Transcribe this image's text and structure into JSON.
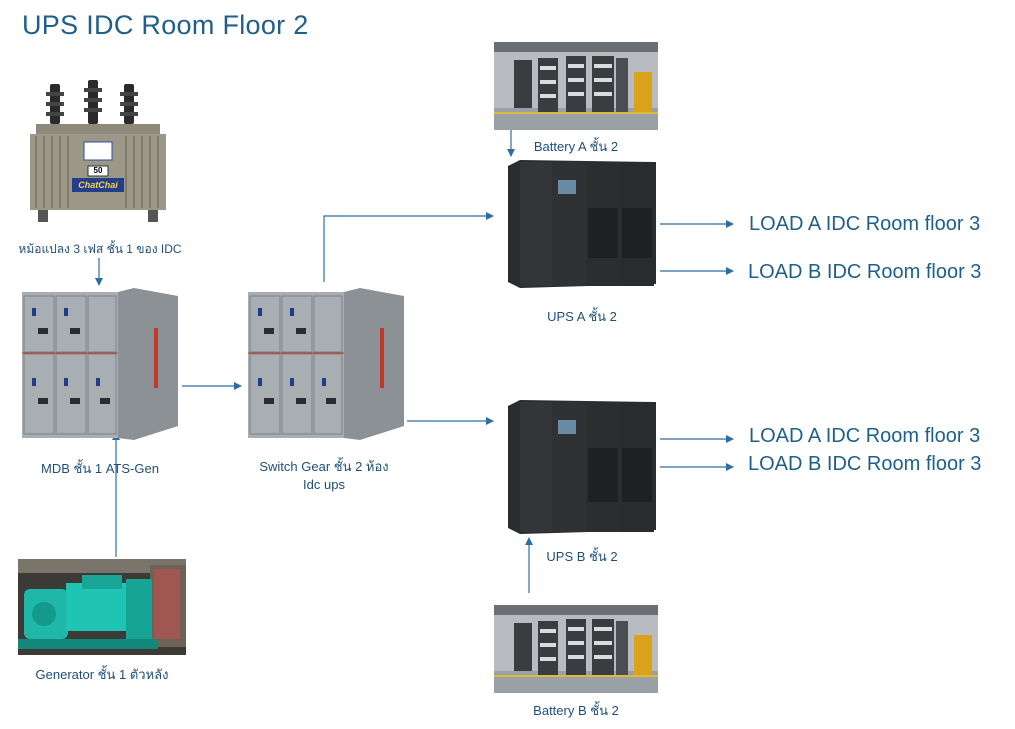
{
  "title": "UPS IDC Room Floor 2",
  "nodes": {
    "transformer": {
      "label": "หม้อแปลง 3 เฟส ชั้น 1 ของ IDC",
      "badge": "50",
      "brand": "ChatChai"
    },
    "mdb": {
      "label": "MDB ชั้น 1  ATS-Gen"
    },
    "switchgear": {
      "label_line1": "Switch Gear ชั้น 2 ห้อง",
      "label_line2": "Idc ups"
    },
    "generator": {
      "label": "Generator ชั้น 1 ตัวหลัง"
    },
    "battery_a": {
      "label": "Battery A ชั้น 2"
    },
    "battery_b": {
      "label": "Battery B ชั้น 2"
    },
    "ups_a": {
      "label": "UPS A ชั้น 2"
    },
    "ups_b": {
      "label": "UPS B ชั้น 2"
    }
  },
  "loads": {
    "ups_a": [
      "LOAD A IDC Room floor 3",
      "LOAD B IDC Room floor 3"
    ],
    "ups_b": [
      "LOAD A IDC Room floor 3",
      "LOAD B IDC Room floor 3"
    ]
  },
  "colors": {
    "arrow": "#2e6da4",
    "text": "#1f4e79"
  }
}
